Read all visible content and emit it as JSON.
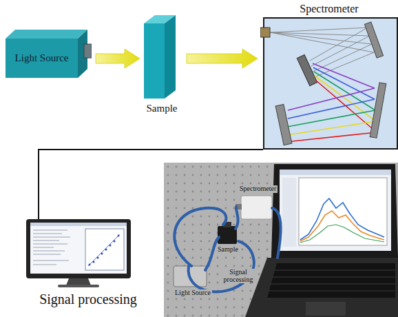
{
  "diagram": {
    "nodes": [
      {
        "text": [
          "Light Source"
        ]
      },
      {
        "text": [
          "Sample"
        ]
      },
      {
        "text": [
          "Spectrometer"
        ]
      },
      {
        "text": [
          "Signal processing"
        ]
      }
    ],
    "edges": [
      {
        "from": 0,
        "to": 1,
        "arrow": "to"
      },
      {
        "from": 1,
        "to": 2,
        "arrow": "to"
      },
      {
        "from": 2,
        "to": 3,
        "arrow": "none"
      }
    ],
    "labels": [
      "Spectrometer",
      "Sample",
      "Light Source",
      "Signal processing"
    ]
  }
}
